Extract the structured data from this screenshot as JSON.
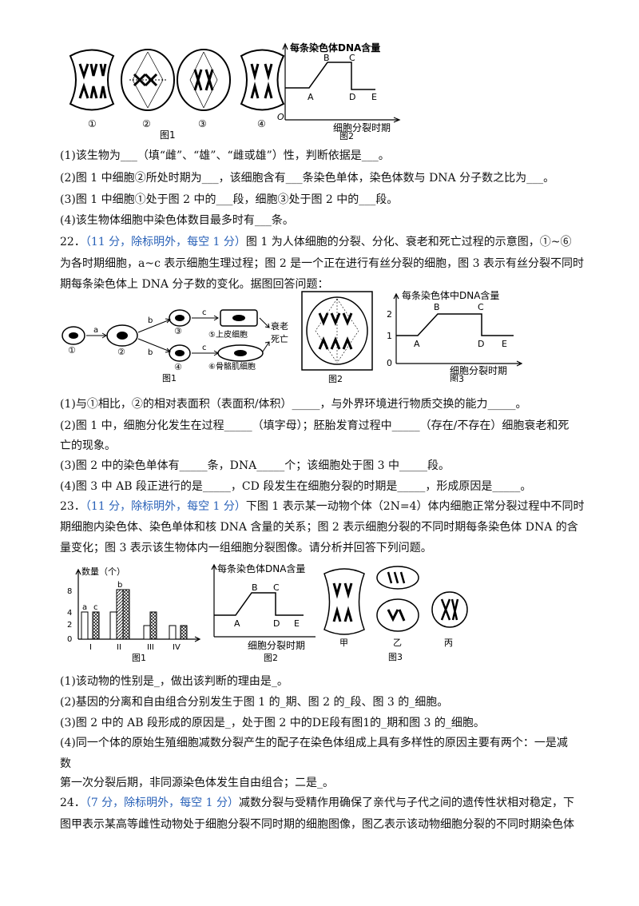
{
  "top": {
    "fig1_labels": [
      "①",
      "②",
      "③",
      "④"
    ],
    "fig1_caption": "图1",
    "fig2_ylabel": "每条染色体DNA含量",
    "fig2_points": [
      "A",
      "B",
      "C",
      "D",
      "E"
    ],
    "fig2_origin": "O",
    "fig2_xlabel": "细胞分裂时期",
    "fig2_caption": "图2"
  },
  "q21": {
    "l1": "(1)该生物为___（填“雌”、“雄”、“雌或雄”）性，判断依据是___。",
    "l2": "(2)图 1 中细胞②所处时期为___，该细胞含有___条染色单体，染色体数与 DNA 分子数之比为___。",
    "l3": "(3)图 1 中细胞①处于图 2 中的___段，细胞③处于图 2 中的___段。",
    "l4": "(4)该生物体细胞中染色体数目最多时有___条。"
  },
  "q22": {
    "num": "22．",
    "blue": "（11 分，除标明外，每空 1 分）",
    "t1": "图 1 为人体细胞的分裂、分化、衰老和死亡过程的示意图，①~⑥",
    "t2": "为各时期细胞，a~c 表示细胞生理过程；图 2 是一个正在进行有丝分裂的细胞，图 3 表示有丝分裂不同时",
    "t3": "期每条染色体上 DNA 分子数的变化。据图回答问题：",
    "fig": {
      "arrows": [
        "a",
        "b",
        "b",
        "c",
        "c"
      ],
      "cells": [
        "①",
        "②",
        "③",
        "④"
      ],
      "cell5": "⑤上皮细胞",
      "cell6": "⑥骨骼肌细胞",
      "fate": "衰老\n死亡",
      "fate1": "衰老",
      "fate2": "死亡",
      "cap1": "图1",
      "cap2": "图2",
      "g3_ylabel": "每条染色体中DNA含量",
      "g3_yticks": [
        "2",
        "1",
        "0"
      ],
      "g3_points": [
        "A",
        "B",
        "C",
        "D",
        "E"
      ],
      "g3_xlabel": "细胞分裂时期",
      "cap3": "图3"
    },
    "l1": "(1)与①相比，②的相对表面积（表面积/体积）_____，与外界环境进行物质交换的能力_____。",
    "l2": "(2)图 1 中，细胞分化发生在过程_____（填字母）；胚胎发育过程中_____（存在/不存在）细胞衰老和死",
    "l2b": "亡的现象。",
    "l3": "(3)图 2 中的染色单体有_____条，DNA_____个；该细胞处于图 3 中_____段。",
    "l4": "(4)图 3 中 AB 段正进行的是_____，CD 段发生在细胞分裂的时期是_____，形成原因是_____。"
  },
  "q23": {
    "num": "23．",
    "blue": "（11 分，除标明外，每空 1 分）",
    "t1": "下图 1 表示某一动物个体（2N=4）体内细胞正常分裂过程中不同时",
    "t2": "期细胞内染色体、染色单体和核 DNA 含量的关系；图 2 表示细胞分裂的不同时期每条染色体 DNA 的含",
    "t3": "量变化；图 3 表示该生物体内一组细胞分裂图像。请分析并回答下列问题。",
    "fig": {
      "bar_ylabel": "数量（个）",
      "bar_yticks": [
        "8",
        "4",
        "2",
        "0"
      ],
      "bar_legend": [
        "a",
        "b",
        "c"
      ],
      "bar_categories": [
        "I",
        "II",
        "III",
        "IV"
      ],
      "cap1": "图1",
      "g2_ylabel": "每条染色体DNA含量",
      "g2_points": [
        "A",
        "B",
        "C",
        "D",
        "E"
      ],
      "g2_xlabel": "细胞分裂时期",
      "cap2": "图2",
      "cells": [
        "甲",
        "乙",
        "丙"
      ],
      "cap3": "图3"
    },
    "l1": "(1)该动物的性别是_，做出该判断的理由是_。",
    "l2": "(2)基因的分离和自由组合分别发生于图 1 的_期、图 2 的_段、图 3 的_细胞。",
    "l3": "(3)图 2 中的 AB 段形成的原因是_，处于图 2 中的DE段有图1的_期和图 3 的_细胞。",
    "l4": "(4)同一个体的原始生殖细胞减数分裂产生的配子在染色体组成上具有多样性的原因主要有两个：一是减",
    "l4b": "数",
    "l4c": "第一次分裂后期，非同源染色体发生自由组合；二是_。"
  },
  "q24": {
    "num": "24．",
    "blue": "（7 分，除标明外，每空 1 分）",
    "t1": "减数分裂与受精作用确保了亲代与子代之间的遗传性状相对稳定，下",
    "t2": "图甲表示某高等雌性动物处于细胞分裂不同时期的细胞图像，图乙表示该动物细胞分裂的不同时期染色体"
  }
}
